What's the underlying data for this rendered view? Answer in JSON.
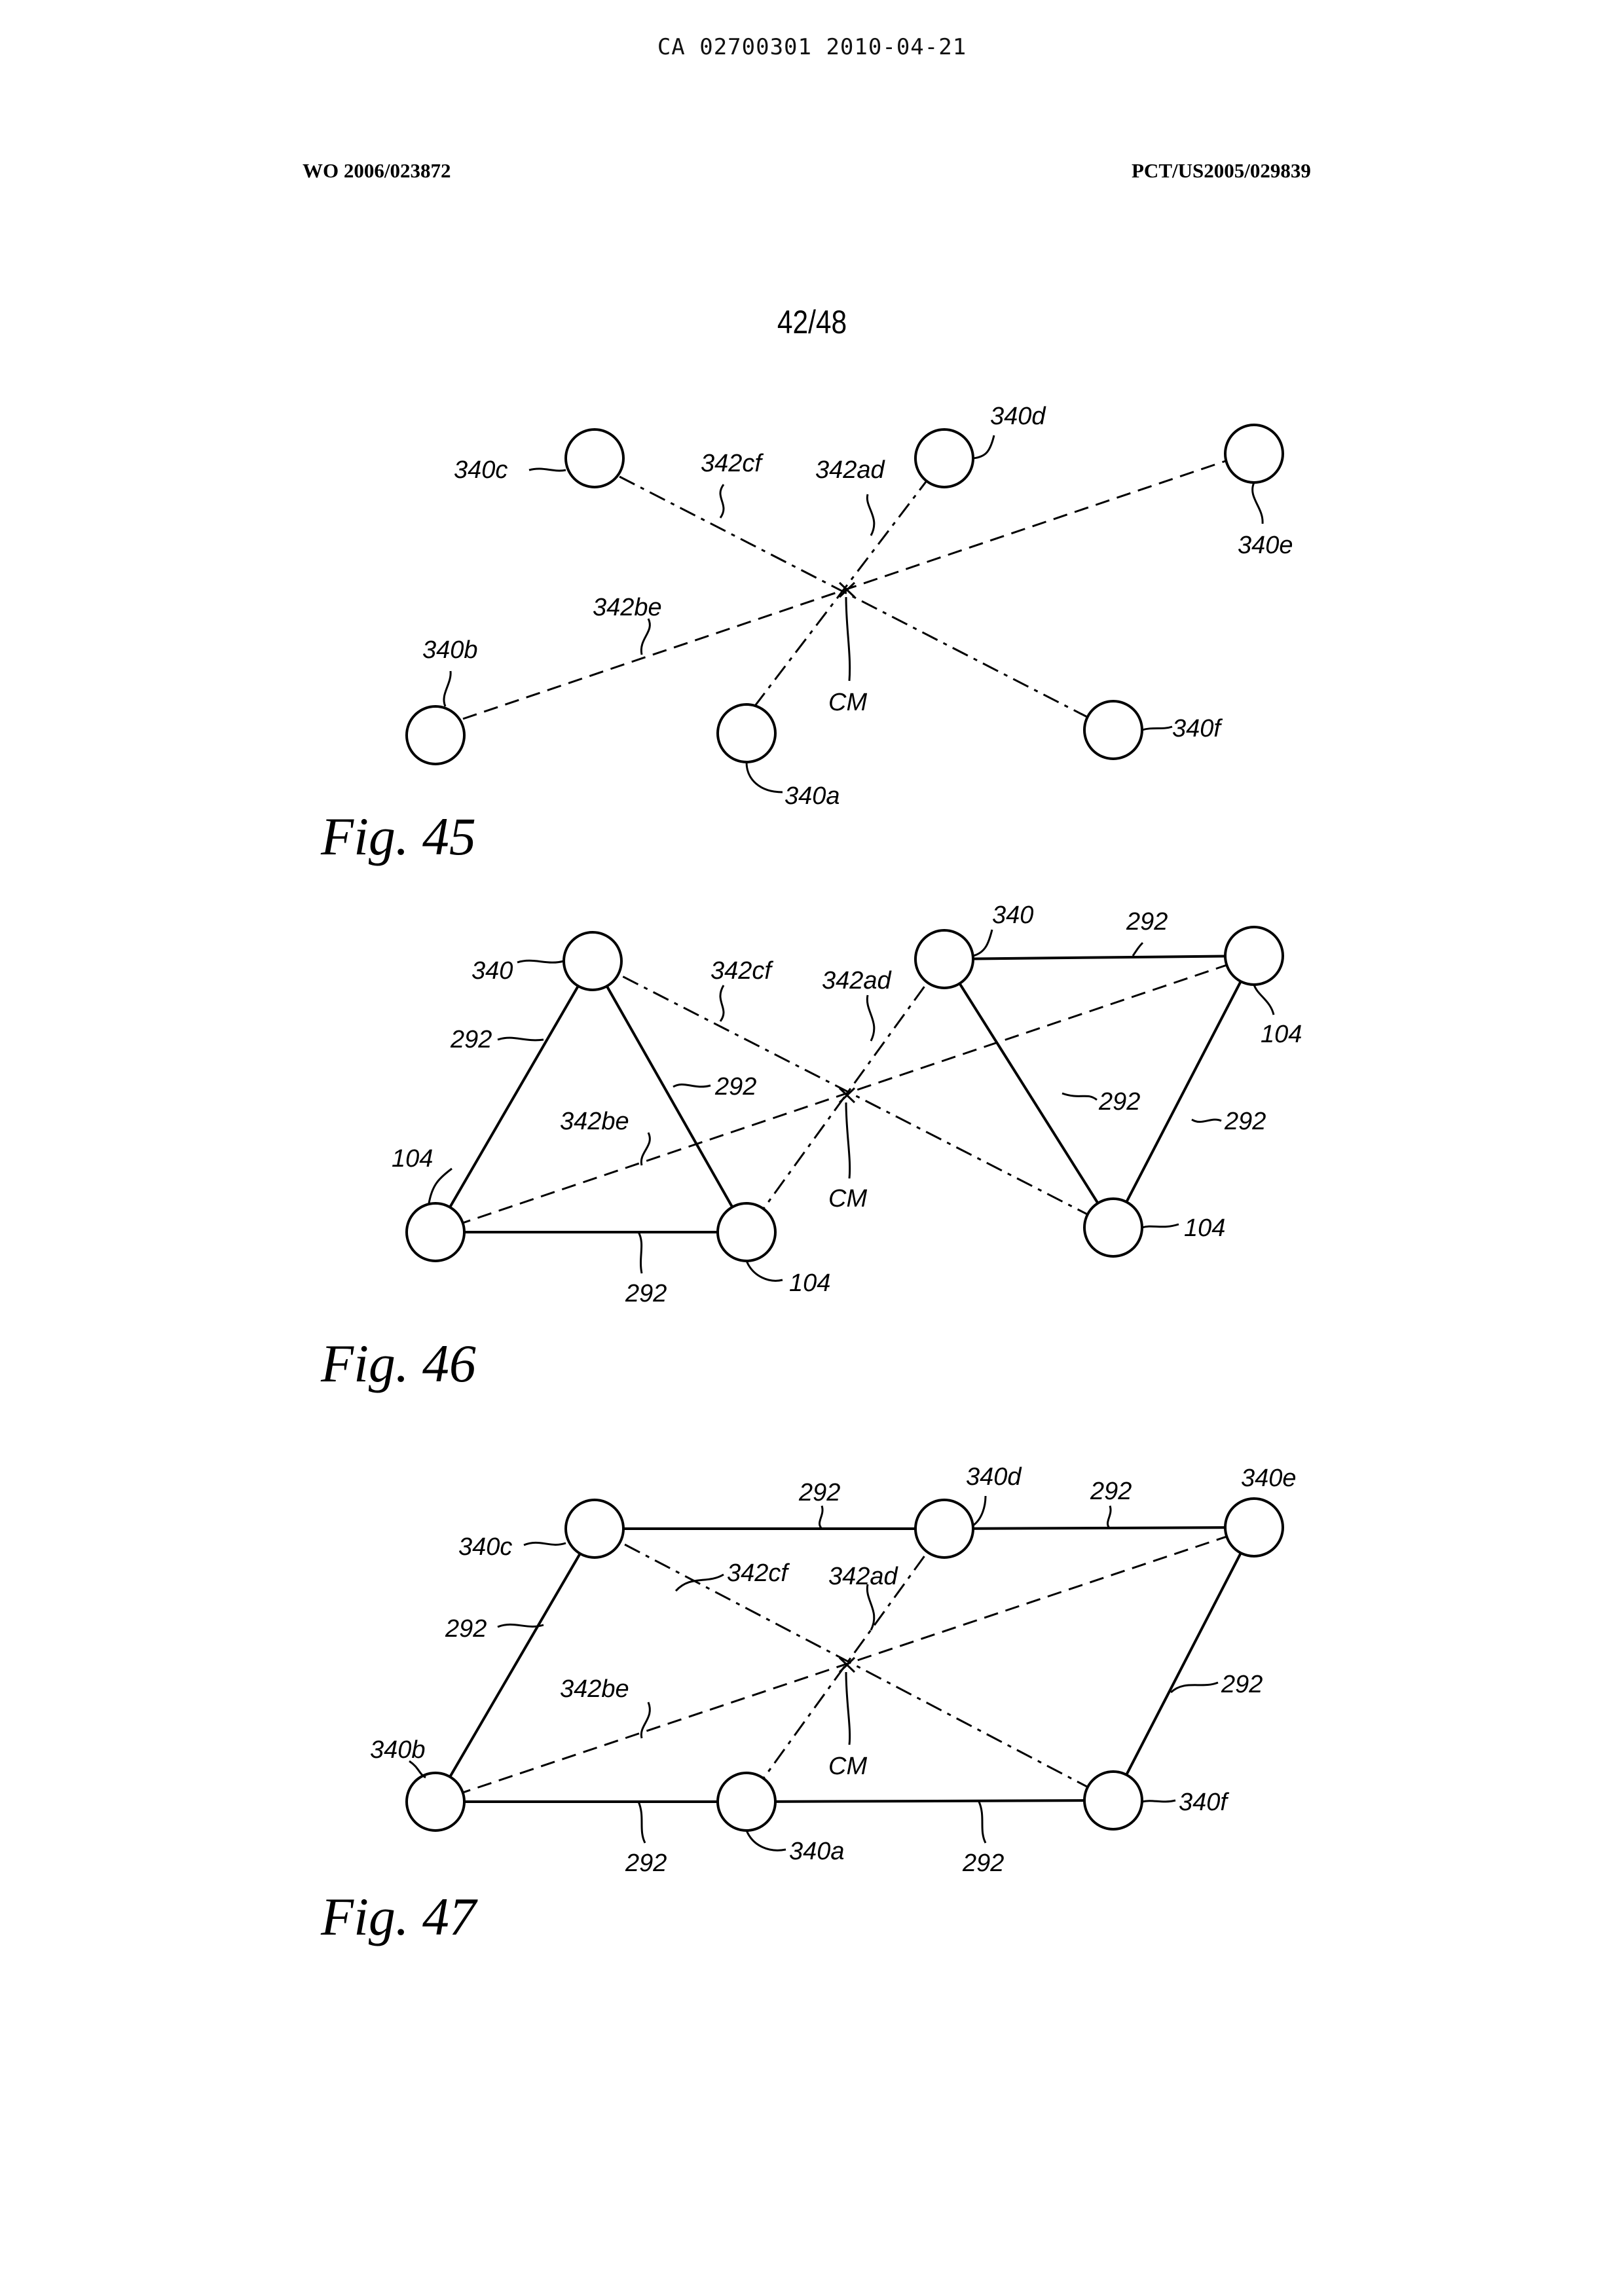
{
  "header": {
    "doc_line": "CA 02700301 2010-04-21",
    "pub_number": "WO 2006/023872",
    "app_number": "PCT/US2005/029839",
    "sheet": "42/48"
  },
  "figures": [
    {
      "caption": "Fig. 45",
      "labels": {
        "c": "340c",
        "d": "340d",
        "e": "340e",
        "b": "340b",
        "a": "340a",
        "f": "340f",
        "cf": "342cf",
        "ad": "342ad",
        "be": "342be",
        "cm": "CM"
      }
    },
    {
      "caption": "Fig. 46",
      "labels": {
        "tl": "340",
        "tr": "340",
        "top292": "292",
        "cf": "342cf",
        "ad": "342ad",
        "right104": "104",
        "left292": "292",
        "mid292a": "292",
        "mid292b": "292",
        "right292": "292",
        "be": "342be",
        "left104": "104",
        "cm": "CM",
        "br104": "104",
        "bot292": "292",
        "bot104": "104"
      }
    },
    {
      "caption": "Fig. 47",
      "labels": {
        "d": "340d",
        "e": "340e",
        "top292a": "292",
        "top292b": "292",
        "c": "340c",
        "cf": "342cf",
        "ad": "342ad",
        "left292": "292",
        "right292": "292",
        "be": "342be",
        "b": "340b",
        "cm": "CM",
        "f": "340f",
        "bot292a": "292",
        "a": "340a",
        "bot292b": "292"
      }
    }
  ]
}
